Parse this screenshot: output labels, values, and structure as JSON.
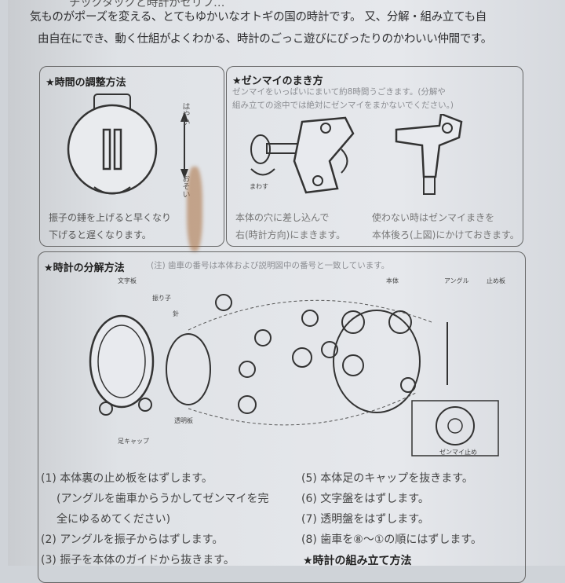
{
  "intro": {
    "line0": "チックタックと時計がセリフ…",
    "line1": "気ものがポーズを変える、とてもゆかいなオトギの国の時計です。 又、分解・組み立ても自",
    "line2": "由自在にでき、動く仕組がよくわかる、時計のごっこ遊びにぴったりのかわいい仲間です。"
  },
  "adjust": {
    "title": "★時間の調整方法",
    "fast": "はやい",
    "slow": "おそい",
    "text1": "振子の錘を上げると早くなり",
    "text2": "下げると遅くなります。"
  },
  "winding": {
    "title": "★ゼンマイのまき方",
    "note1": "ゼンマイをいっぱいにまいて約8時間うごきます。(分解や",
    "note2": "組み立ての途中では絶対にゼンマイをまかないでください。)",
    "arrow_label": "まわす",
    "left_text1": "本体の穴に差し込んで",
    "left_text2": "右(時計方向)にまきます。",
    "right_text1": "使わない時はゼンマイまきを",
    "right_text2": "本体後ろ(上図)にかけておきます。"
  },
  "disassembly": {
    "title": "★時計の分解方法",
    "note": "(注) 歯車の番号は本体および説明図中の番号と一致しています。",
    "labels": {
      "dial": "文字板",
      "pendulum": "振り子",
      "hands": "針",
      "clear_plate": "透明板",
      "foot_cap": "足キャップ",
      "body": "本体",
      "angle": "アングル",
      "stop_plate": "止め板",
      "spring_stop": "ゼンマイ止め"
    },
    "steps_left": [
      "(1) 本体裏の止め板をはずします。",
      "(アングルを歯車からうかしてゼンマイを完",
      "全にゆるめてください)",
      "(2) アングルを振子からはずします。",
      "(3) 振子を本体のガイドから抜きます。"
    ],
    "steps_right": [
      "(5) 本体足のキャップを抜きます。",
      "(6) 文字盤をはずします。",
      "(7) 透明盤をはずします。",
      "(8) 歯車を⑧～①の順にはずします。"
    ]
  },
  "assembly": {
    "title": "★時計の組み立て方法"
  }
}
